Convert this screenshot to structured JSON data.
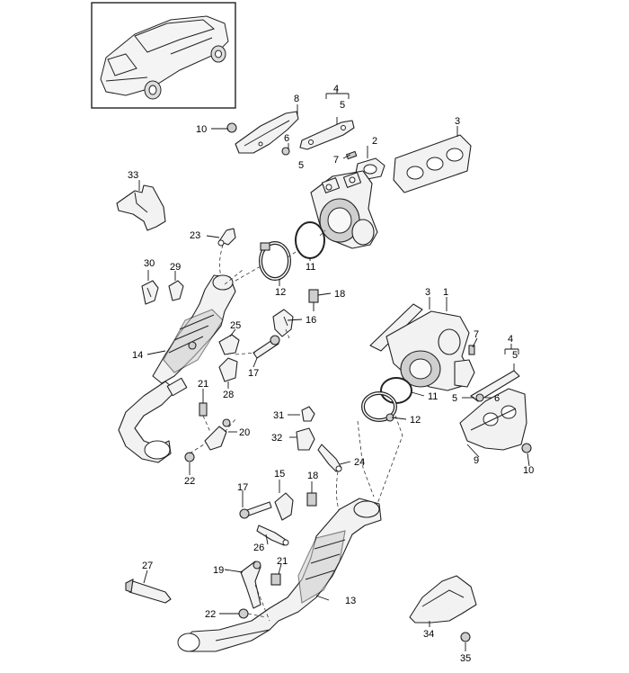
{
  "labels": {
    "p1": "1",
    "p2": "2",
    "p3a": "3",
    "p3b": "3",
    "p4a": "4",
    "p5a": "5",
    "p5b": "5",
    "p4b": "4",
    "p5c": "5",
    "p5d": "5",
    "p6a": "6",
    "p6b": "6",
    "p7a": "7",
    "p7b": "7",
    "p8": "8",
    "p9": "9",
    "p10a": "10",
    "p10b": "10",
    "p11a": "11",
    "p11b": "11",
    "p12a": "12",
    "p12b": "12",
    "p13": "13",
    "p14": "14",
    "p15": "15",
    "p16": "16",
    "p17a": "17",
    "p17b": "17",
    "p18a": "18",
    "p18b": "18",
    "p19": "19",
    "p20": "20",
    "p21a": "21",
    "p21b": "21",
    "p22a": "22",
    "p22b": "22",
    "p23": "23",
    "p24": "24",
    "p25": "25",
    "p26": "26",
    "p27": "27",
    "p28": "28",
    "p29": "29",
    "p30": "30",
    "p31": "31",
    "p32": "32",
    "p33": "33",
    "p34": "34",
    "p35": "35"
  }
}
